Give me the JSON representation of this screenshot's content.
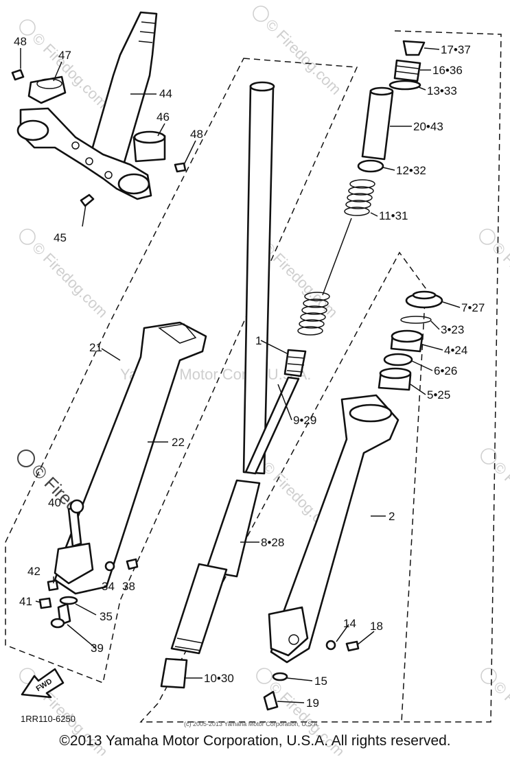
{
  "footer": {
    "copyright": "©2013 Yamaha Motor Corporation, U.S.A. All rights reserved."
  },
  "center_watermark": "Yamaha Motor Corp., U.S.A.",
  "watermark_text": "© Firedog.com",
  "small_credit": "(c) 2005-2013 Yamaha Motor Corporation, U.S.A.",
  "diagram_code": "1RR110-6250",
  "fwd_label": "FWD",
  "callouts": [
    {
      "id": "c48a",
      "text": "48"
    },
    {
      "id": "c47",
      "text": "47"
    },
    {
      "id": "c44",
      "text": "44"
    },
    {
      "id": "c46",
      "text": "46"
    },
    {
      "id": "c48b",
      "text": "48"
    },
    {
      "id": "c45",
      "text": "45"
    },
    {
      "id": "c21",
      "text": "21"
    },
    {
      "id": "c22",
      "text": "22"
    },
    {
      "id": "c40",
      "text": "40"
    },
    {
      "id": "c42",
      "text": "42"
    },
    {
      "id": "c34",
      "text": "34"
    },
    {
      "id": "c38",
      "text": "38"
    },
    {
      "id": "c41",
      "text": "41"
    },
    {
      "id": "c35",
      "text": "35"
    },
    {
      "id": "c39",
      "text": "39"
    },
    {
      "id": "c1737",
      "text": "17•37"
    },
    {
      "id": "c1636",
      "text": "16•36"
    },
    {
      "id": "c1333",
      "text": "13•33"
    },
    {
      "id": "c2043",
      "text": "20•43"
    },
    {
      "id": "c1232",
      "text": "12•32"
    },
    {
      "id": "c1131",
      "text": "11•31"
    },
    {
      "id": "c727",
      "text": "7•27"
    },
    {
      "id": "c323",
      "text": "3•23"
    },
    {
      "id": "c424",
      "text": "4•24"
    },
    {
      "id": "c626",
      "text": "6•26"
    },
    {
      "id": "c525",
      "text": "5•25"
    },
    {
      "id": "c1",
      "text": "1"
    },
    {
      "id": "c929",
      "text": "9•29"
    },
    {
      "id": "c2",
      "text": "2"
    },
    {
      "id": "c828",
      "text": "8•28"
    },
    {
      "id": "c1030",
      "text": "10•30"
    },
    {
      "id": "c14",
      "text": "14"
    },
    {
      "id": "c18",
      "text": "18"
    },
    {
      "id": "c15",
      "text": "15"
    },
    {
      "id": "c19",
      "text": "19"
    }
  ]
}
